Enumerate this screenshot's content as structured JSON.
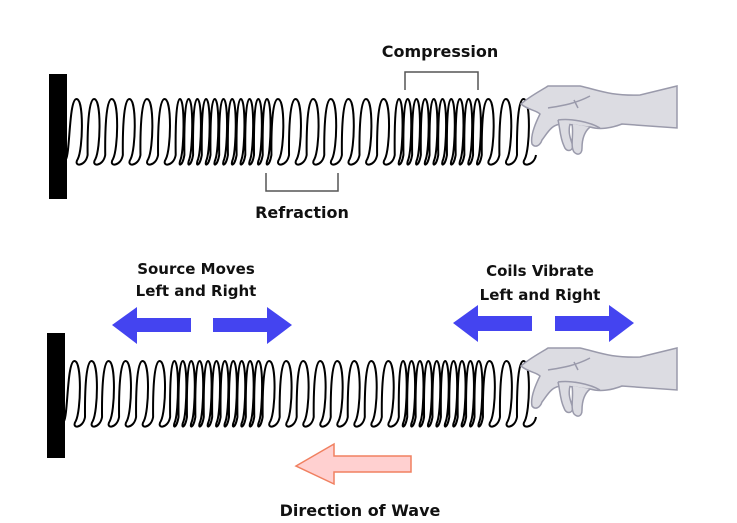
{
  "title": "Longitudinal wave on a slinky",
  "labels": {
    "compression": "Compression",
    "refraction": "Refraction",
    "source_line1": "Source Moves",
    "source_line2": "Left and Right",
    "coils_line1": "Coils Vibrate",
    "coils_line2": "Left and Right",
    "direction": "Direction of Wave"
  },
  "colors": {
    "wall": "#000000",
    "coil": "#000000",
    "bracket": "#555555",
    "hand_fill": "#dcdce2",
    "hand_stroke": "#9a9aab",
    "motion_arrow": "#4444f0",
    "wave_arrow_fill": "#ffd0d0",
    "wave_arrow_stroke": "#f08060"
  },
  "springs": [
    {
      "name": "top-spring",
      "loop_pattern": "sparse-dense-sparse-dense-sparse",
      "regions": [
        {
          "type": "sparse",
          "count": 6
        },
        {
          "type": "dense",
          "count": 11
        },
        {
          "type": "sparse",
          "count": 7
        },
        {
          "type": "dense",
          "count": 10
        },
        {
          "type": "sparse",
          "count": 3
        }
      ]
    },
    {
      "name": "bottom-spring",
      "loop_pattern": "sparse-dense-sparse-dense-sparse",
      "regions": [
        {
          "type": "sparse",
          "count": 6
        },
        {
          "type": "dense",
          "count": 11
        },
        {
          "type": "sparse",
          "count": 8
        },
        {
          "type": "dense",
          "count": 10
        },
        {
          "type": "sparse",
          "count": 3
        }
      ]
    }
  ]
}
